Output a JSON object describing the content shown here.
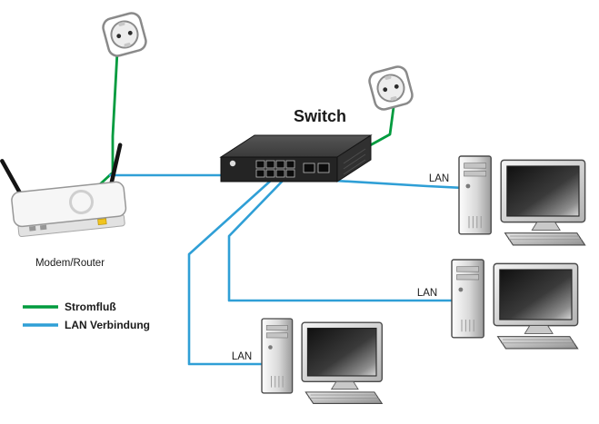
{
  "diagram": {
    "switch_label": "Switch",
    "modem_router_label": "Modem/Router",
    "lan_labels": {
      "top": "LAN",
      "middle": "LAN",
      "bottom": "LAN"
    },
    "legend": {
      "power": {
        "label": "Stromfluß",
        "color": "#009b3e"
      },
      "lan": {
        "label": "LAN Verbindung",
        "color": "#2f9fd6"
      }
    },
    "colors": {
      "power_cable": "#009b3e",
      "lan_cable": "#2f9fd6"
    }
  }
}
